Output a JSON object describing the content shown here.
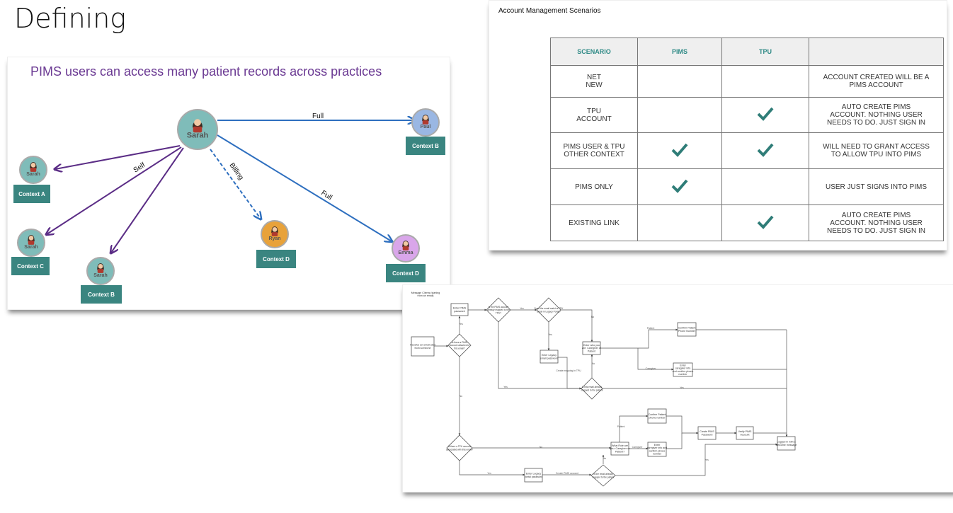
{
  "slide_title": "Defining",
  "diagram": {
    "heading": "PIMS users can access many patient records across practices",
    "center_user": "Sarah",
    "nodes": [
      {
        "name": "Sarah",
        "context": "Context A",
        "color": "#7fbcb9"
      },
      {
        "name": "Sarah",
        "context": "Context C",
        "color": "#7fbcb9"
      },
      {
        "name": "Sarah",
        "context": "Context B",
        "color": "#7fbcb9"
      },
      {
        "name": "Ryan",
        "context": "Context D",
        "color": "#e8a23a"
      },
      {
        "name": "Emma",
        "context": "Context D",
        "color": "#d9a6ea"
      },
      {
        "name": "Paul",
        "context": "Context B",
        "color": "#9ab7e3"
      }
    ],
    "edge_labels": {
      "self": "Self",
      "billing": "Billing",
      "full_top": "Full",
      "full_mid": "Full"
    },
    "colors": {
      "self": "#5b2d86",
      "full": "#2e6fbf",
      "context_box": "#3a8580",
      "center": "#7fbcb9"
    }
  },
  "table": {
    "heading": "Account Management Scenarios",
    "columns": [
      "SCENARIO",
      "PIMS",
      "TPU",
      ""
    ],
    "rows": [
      {
        "scenario": [
          "NET",
          "NEW"
        ],
        "pims": false,
        "tpu": false,
        "note": [
          "ACCOUNT CREATED WILL BE A",
          "PIMS ACCOUNT"
        ]
      },
      {
        "scenario": [
          "TPU",
          "ACCOUNT"
        ],
        "pims": false,
        "tpu": true,
        "note": [
          "AUTO CREATE PIMS",
          "ACCOUNT. NOTHING USER",
          "NEEDS TO DO. JUST SIGN IN"
        ]
      },
      {
        "scenario": [
          "PIMS USER & TPU",
          "OTHER CONTEXT"
        ],
        "pims": true,
        "tpu": true,
        "note": [
          "WILL NEED TO GRANT ACCESS",
          "TO  ALLOW TPU INTO PIMS"
        ]
      },
      {
        "scenario": [
          "PIMS ONLY"
        ],
        "pims": true,
        "tpu": false,
        "note": [
          "USER JUST SIGNS INTO PIMS"
        ]
      },
      {
        "scenario": [
          "EXISTING LINK"
        ],
        "pims": false,
        "tpu": true,
        "note": [
          "AUTO CREATE PIMS",
          "ACCOUNT. NOTHING USER",
          "NEEDS TO DO. JUST SIGN IN"
        ]
      }
    ],
    "check_color": "#2f7d78"
  },
  "flow": {
    "title": [
      "Message Clients (starting",
      "from an email)"
    ],
    "steps": {
      "receive": [
        "Receive an email alert",
        "from someone"
      ],
      "q_pims_account": [
        "Is there a PIMS",
        "Account attached to",
        "this email?"
      ],
      "enter_pims_pw": [
        "Enter PIMS",
        "password"
      ],
      "q_mapped_tpu": [
        "Is the PIMS account",
        "already mapped to the",
        "TPU?"
      ],
      "q_email_match": [
        "Does the email match a TPU",
        "Email in Legacy Portal?"
      ],
      "legacy_pw": [
        "Enter Legacy",
        "email password"
      ],
      "create_mapping": [
        "Create mapping in TPU"
      ],
      "who_are_you": [
        "Enter who you",
        "are: Caregiver or",
        "Patient"
      ],
      "q_email_mapped": [
        "Is this email already",
        "mapped to the patient"
      ],
      "confirm_phone": [
        "Confirm Patient",
        "Phone Number"
      ],
      "enter_caregiver": [
        "Enter",
        "caregiver info",
        "and confirm phone",
        "number"
      ],
      "q_tpu_account": [
        "Is there a TPU account",
        "associated with this email?"
      ],
      "legacy_portal_pw": [
        "Enter Legacy",
        "portal password"
      ],
      "create_pims_account": [
        "Create PIMS account"
      ],
      "q_email_mapped2": [
        "Is the email already",
        "mapped to the patient"
      ],
      "what_role": [
        "What Role are",
        "you: Caregiver or",
        "Patient?"
      ],
      "confirm_phone2": [
        "Confirm Patient",
        "phone number"
      ],
      "enter_caregiver2": [
        "Enter",
        "caregiver info and",
        "confirm phone",
        "number"
      ],
      "create_pims_pw": [
        "Create PIMS",
        "Password"
      ],
      "verify_pims": [
        "Verify PIMS",
        "Account"
      ],
      "logged_in": [
        "Logged in with a",
        "welcome message"
      ]
    },
    "labels": {
      "yes": "Yes",
      "no": "No",
      "patient": "Patient",
      "caregiver": "Caregiver"
    }
  }
}
